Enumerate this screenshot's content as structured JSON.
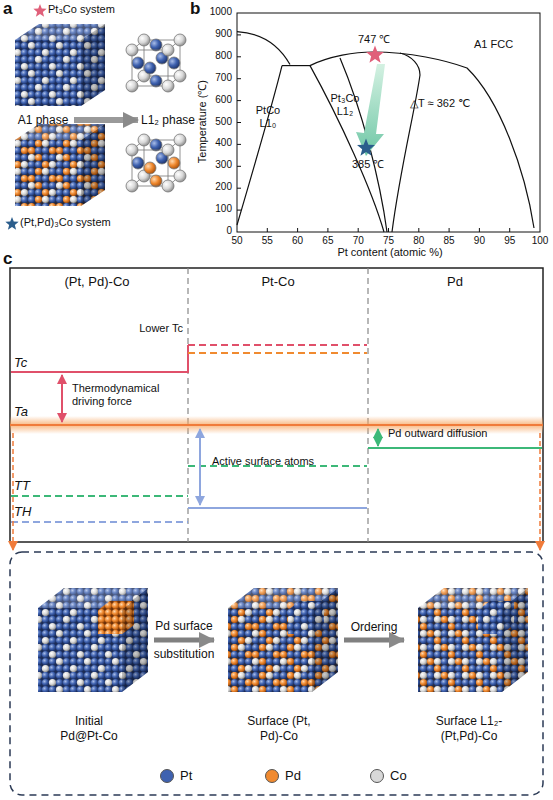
{
  "diagram": {
    "nodes": [
      {
        "text": [
          "A1 phase"
        ]
      },
      {
        "text": [
          "L1₂ phase"
        ]
      },
      {
        "text": [
          "Initial Pd@Pt-Co"
        ]
      },
      {
        "text": [
          "Surface (Pt, Pd)-Co"
        ]
      },
      {
        "text": [
          "Surface L1₂-(Pt,Pd)-Co"
        ]
      }
    ],
    "edges": [
      {
        "from": 0,
        "to": 1,
        "arrow": "to"
      },
      {
        "from": 2,
        "to": 3,
        "label": "Pd surface substitution",
        "arrow": "to"
      },
      {
        "from": 3,
        "to": 4,
        "label": "Ordering",
        "arrow": "to"
      }
    ],
    "labels": [
      "a",
      "Pt₃Co system",
      "(Pt,Pd)₃Co system",
      "b",
      "1000",
      "900",
      "800",
      "700",
      "600",
      "500",
      "400",
      "300",
      "200",
      "100",
      "0",
      "50",
      "55",
      "60",
      "65",
      "70",
      "75",
      "80",
      "85",
      "90",
      "95",
      "100",
      "Temperature (℃)",
      "Pt content (atomic %)",
      "747 ℃",
      "385 ℃",
      "△T ≈ 362 ℃",
      "A1 FCC",
      "PtCo L1₀",
      "Pt₃Co L1₂",
      "c",
      "(Pt, Pd)-Co",
      "Pt-Co",
      "Pd",
      "Lower Tc",
      "Tc",
      "Thermodynamical driving force",
      "Ta",
      "Pd outward diffusion",
      "Active surface atoms",
      "TT",
      "TH"
    ],
    "legend": [
      {
        "text": "Pt",
        "color": "#3f62b0"
      },
      {
        "text": "Pd",
        "color": "#f08a30"
      },
      {
        "text": "Co",
        "color": "#d8d8d8"
      }
    ]
  }
}
